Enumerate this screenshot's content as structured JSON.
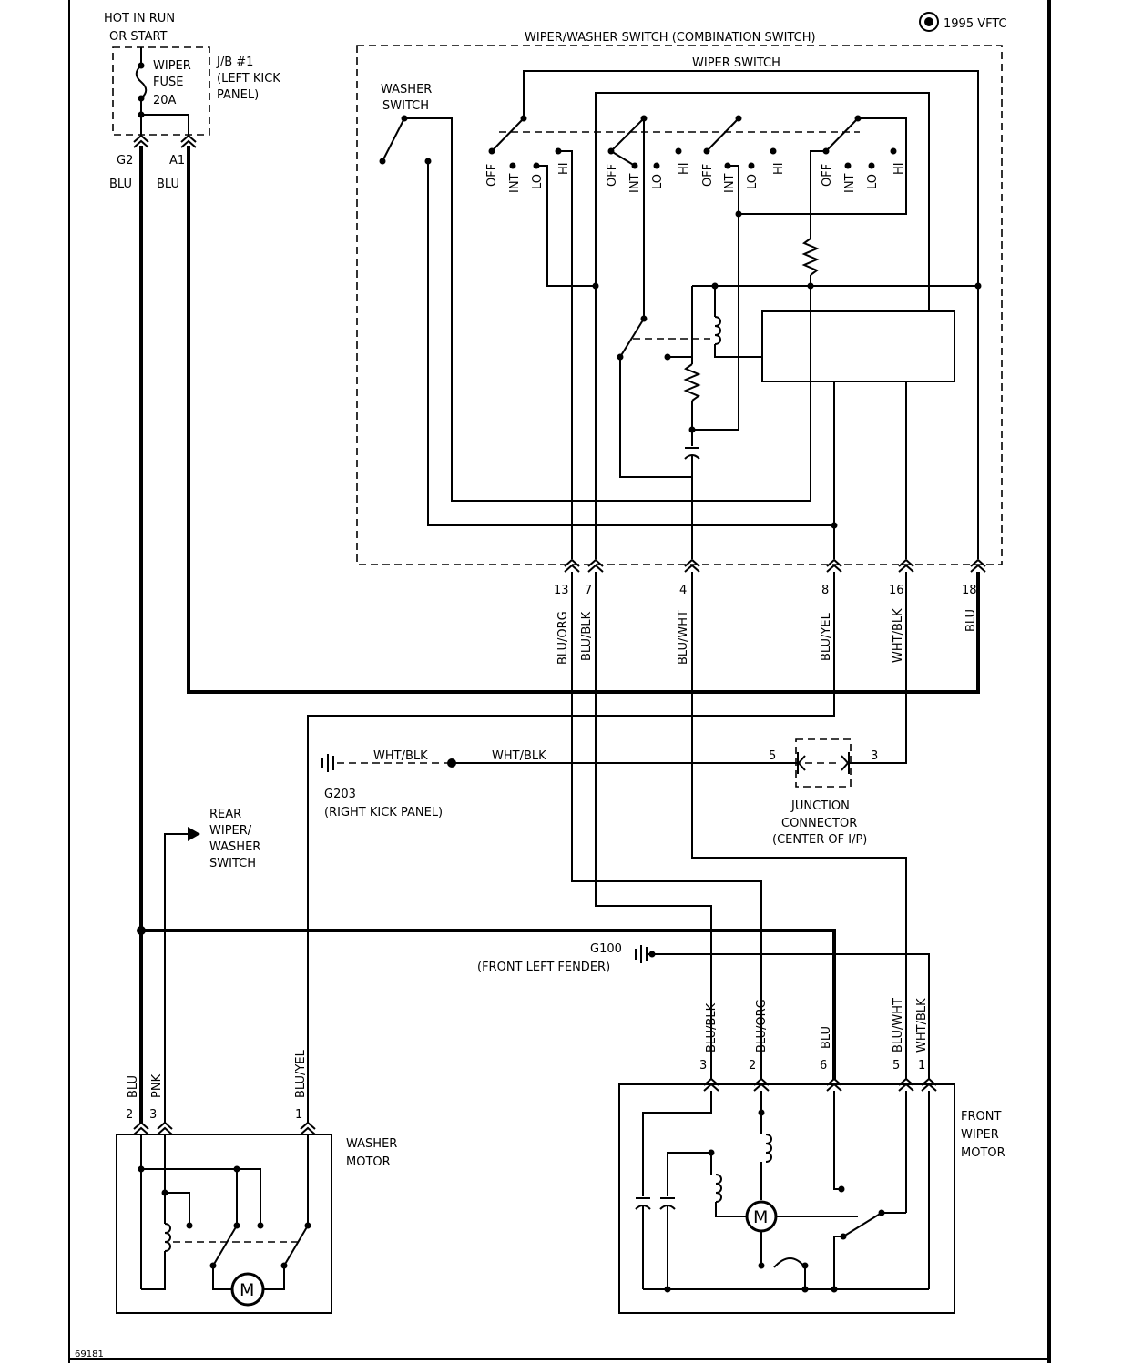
{
  "power": {
    "line1": "HOT IN RUN",
    "line2": "OR START",
    "fuse": [
      "WIPER",
      "FUSE",
      "20A"
    ],
    "jb": [
      "J/B #1",
      "(LEFT KICK",
      "PANEL)"
    ],
    "pin_left": "G2",
    "pin_right": "A1",
    "wire_left": "BLU",
    "wire_right": "BLU"
  },
  "copyright": "1995 VFTC",
  "combination_switch": {
    "title": "WIPER/WASHER SWITCH (COMBINATION SWITCH)",
    "wiper_switch": "WIPER SWITCH",
    "washer_switch": [
      "WASHER",
      "SWITCH"
    ],
    "positions": [
      "OFF",
      "INT",
      "LO",
      "HI"
    ]
  },
  "switch_pins": [
    {
      "pin": "13",
      "wire": "BLU/ORG"
    },
    {
      "pin": "7",
      "wire": "BLU/BLK"
    },
    {
      "pin": "4",
      "wire": "BLU/WHT"
    },
    {
      "pin": "8",
      "wire": "BLU/YEL"
    },
    {
      "pin": "16",
      "wire": "WHT/BLK"
    },
    {
      "pin": "18",
      "wire": "BLU"
    }
  ],
  "ground_g203": {
    "wire1": "WHT/BLK",
    "wire2": "WHT/BLK",
    "name": "G203",
    "location": "(RIGHT KICK PANEL)"
  },
  "junction": {
    "pin_left": "5",
    "pin_right": "3",
    "label": [
      "JUNCTION",
      "CONNECTOR",
      "(CENTER OF I/P)"
    ]
  },
  "rear": [
    "REAR",
    "WIPER/",
    "WASHER",
    "SWITCH"
  ],
  "ground_g100": {
    "name": "G100",
    "location": "(FRONT LEFT FENDER)"
  },
  "washer_motor": {
    "label": [
      "WASHER",
      "MOTOR"
    ],
    "pins": [
      {
        "pin": "2",
        "wire": "BLU"
      },
      {
        "pin": "3",
        "wire": "PNK"
      },
      {
        "pin": "1",
        "wire": "BLU/YEL"
      }
    ],
    "motor_symbol": "M"
  },
  "front_wiper_motor": {
    "label": [
      "FRONT",
      "WIPER",
      "MOTOR"
    ],
    "pins": [
      {
        "pin": "3",
        "wire": "BLU/BLK"
      },
      {
        "pin": "2",
        "wire": "BLU/ORG"
      },
      {
        "pin": "6",
        "wire": "BLU"
      },
      {
        "pin": "5",
        "wire": "BLU/WHT"
      },
      {
        "pin": "1",
        "wire": "WHT/BLK"
      }
    ],
    "motor_symbol": "M"
  },
  "figure_id": "69181"
}
